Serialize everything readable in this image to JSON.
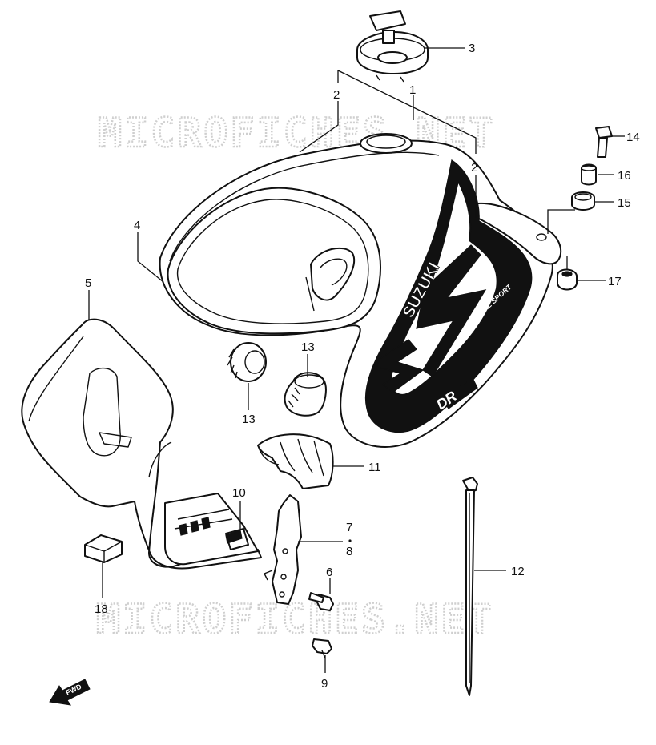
{
  "watermark": "MICROFICHES.NET",
  "tank_logo": {
    "brand": "SUZUKI",
    "model": "DR",
    "script": "DUAL SPORT"
  },
  "fwd_label": "FWD",
  "callouts": {
    "c1": "1",
    "c2a": "2",
    "c2b": "2",
    "c3": "3",
    "c4": "4",
    "c5": "5",
    "c6": "6",
    "c7": "7",
    "c8": "8",
    "c9": "9",
    "c10": "10",
    "c11": "11",
    "c12": "12",
    "c13a": "13",
    "c13b": "13",
    "c14": "14",
    "c15": "15",
    "c16": "16",
    "c17": "17",
    "c18": "18"
  }
}
